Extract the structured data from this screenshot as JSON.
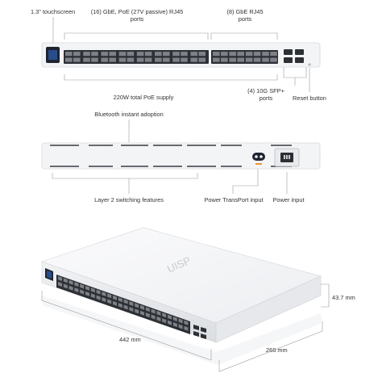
{
  "front_view": {
    "callouts": {
      "touchscreen": "1.3\" touchscreen",
      "poe_ports_line1": "(16) GbE, PoE (27V passive) RJ45",
      "poe_ports_line2": "ports",
      "rj45_ports_line1": "(8) GbE RJ45",
      "rj45_ports_line2": "ports",
      "poe_supply": "220W total PoE supply",
      "sfp_line1": "(4) 10G SFP+",
      "sfp_line2": "ports",
      "reset": "Reset button"
    }
  },
  "rear_view": {
    "callouts": {
      "bluetooth": "Bluetooth instant adoption",
      "layer2": "Layer 2 switching features",
      "transport": "Power TransPort input",
      "power": "Power input"
    }
  },
  "angled_view": {
    "brand_logo": "UISP",
    "dimensions": {
      "width": "442 mm",
      "depth": "268 mm",
      "height": "43.7 mm"
    }
  },
  "colors": {
    "device_body": "#f3f4f6",
    "port_dark": "#2c2f34",
    "accent_orange": "#e8962d",
    "screen_blue": "#2f6fd8",
    "callout_line": "#9a9a9a"
  }
}
